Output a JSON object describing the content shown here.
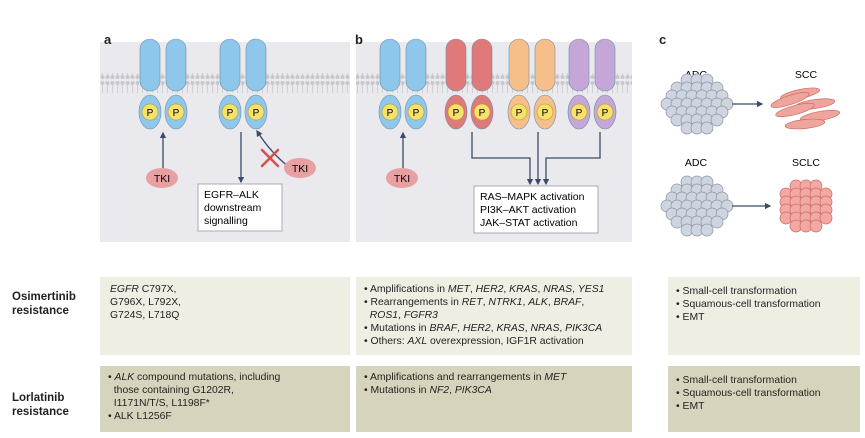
{
  "panels": {
    "a": {
      "letter": "a",
      "tki_left": "TKI",
      "tki_right": "TKI",
      "phospho": "P",
      "downstream": [
        "EGFR–ALK",
        "downstream",
        "signalling"
      ]
    },
    "b": {
      "letter": "b",
      "tki": "TKI",
      "phospho": "P",
      "activation": [
        "RAS–MAPK activation",
        "PI3K–AKT activation",
        "JAK–STAT activation"
      ]
    },
    "c": {
      "letter": "c",
      "top_from": "ADC",
      "top_to": "SCC",
      "bottom_from": "ADC",
      "bottom_to": "SCLC"
    }
  },
  "rows": {
    "osimertinib": {
      "label": [
        "Osimertinib",
        "resistance"
      ],
      "a_lines": [
        {
          "html": "<i>EGFR</i> C797X,"
        },
        {
          "html": "G796X, L792X,"
        },
        {
          "html": "G724S, L718Q"
        }
      ],
      "b_lines": [
        {
          "html": "• Amplifications in <i>MET</i>, <i>HER2</i>, <i>KRAS</i>, <i>NRAS</i>, <i>YES1</i>"
        },
        {
          "html": "• Rearrangements in <i>RET</i>, <i>NTRK1</i>, <i>ALK</i>, <i>BRAF</i>,"
        },
        {
          "html": "&nbsp;&nbsp;<i>ROS1</i>, <i>FGFR3</i>"
        },
        {
          "html": "• Mutations in <i>BRAF</i>, <i>HER2</i>, <i>KRAS</i>, <i>NRAS</i>, <i>PIK3CA</i>"
        },
        {
          "html": "• Others: <i>AXL</i> overexpression, IGF1R activation"
        }
      ],
      "c_lines": [
        {
          "html": "• Small-cell transformation"
        },
        {
          "html": "• Squamous-cell transformation"
        },
        {
          "html": "• EMT"
        }
      ]
    },
    "lorlatinib": {
      "label": [
        "Lorlatinib",
        "resistance"
      ],
      "a_lines": [
        {
          "html": "• <i>ALK</i> compound mutations, including"
        },
        {
          "html": "&nbsp;&nbsp;those containing G1202R,"
        },
        {
          "html": "&nbsp;&nbsp;I1171N/T/S, L1198F*"
        },
        {
          "html": "• ALK L1256F"
        }
      ],
      "b_lines": [
        {
          "html": "• Amplifications and rearrangements in <i>MET</i>"
        },
        {
          "html": "• Mutations in <i>NF2</i>, <i>PIK3CA</i>"
        }
      ],
      "c_lines": [
        {
          "html": "• Small-cell transformation"
        },
        {
          "html": "• Squamous-cell transformation"
        },
        {
          "html": "• EMT"
        }
      ]
    }
  },
  "colors": {
    "panel_bg": "#e9e9ee",
    "receptor_blue": "#8ec7ea",
    "receptor_red": "#e0797a",
    "receptor_orange": "#f6be8a",
    "receptor_purple": "#c4a7d6",
    "phospho_yellow": "#f6e26a",
    "tki_pink": "#e8a0a2",
    "row1_bg": "#eeeee3",
    "row2_bg": "#d7d4bd",
    "cross_red": "#d1534e",
    "arrow_navy": "#3b4b68"
  }
}
